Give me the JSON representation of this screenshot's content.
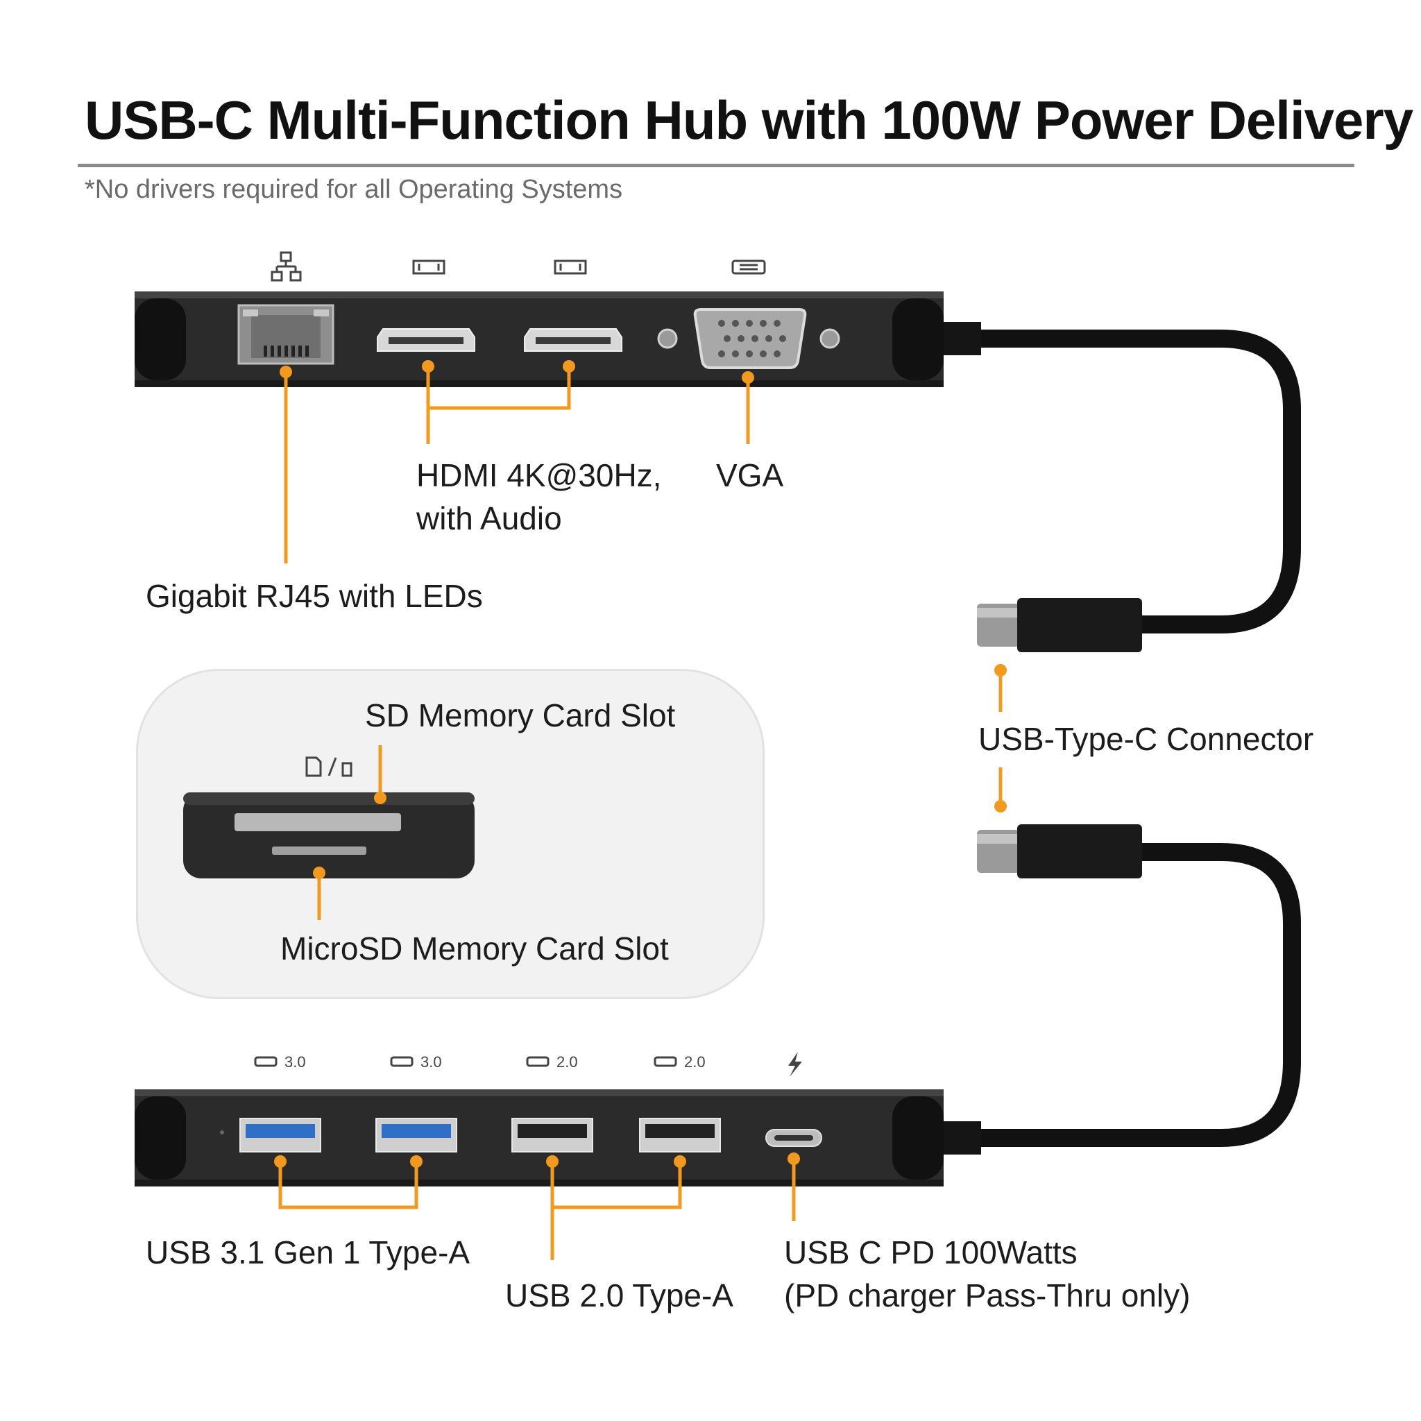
{
  "title": "USB-C Multi-Function Hub with 100W Power Delivery",
  "subtitle": "*No drivers required for all Operating Systems",
  "labels": {
    "rj45": "Gigabit RJ45 with LEDs",
    "hdmi_line1": "HDMI 4K@30Hz,",
    "hdmi_line2": "with Audio",
    "vga": "VGA",
    "sd": "SD Memory Card Slot",
    "microsd": "MicroSD Memory Card Slot",
    "usbc_connector": "USB-Type-C Connector",
    "usb31": "USB 3.1 Gen 1 Type-A",
    "usb20": "USB 2.0 Type-A",
    "pd_line1": "USB C PD 100Watts",
    "pd_line2": "(PD charger Pass-Thru only)"
  },
  "port_badges": {
    "usb3_a": "3.0",
    "usb3_b": "3.0",
    "usb2_a": "2.0",
    "usb2_b": "2.0"
  },
  "icons": [
    "network-icon",
    "hdmi-icon",
    "vga-icon",
    "sd-card-icon",
    "usb-icon",
    "lightning-icon"
  ],
  "colors": {
    "accent": "#f39a1e",
    "device_body": "#2b2b2b",
    "usb3_blue": "#2f6fc6",
    "card_bg": "#f2f2f2"
  }
}
